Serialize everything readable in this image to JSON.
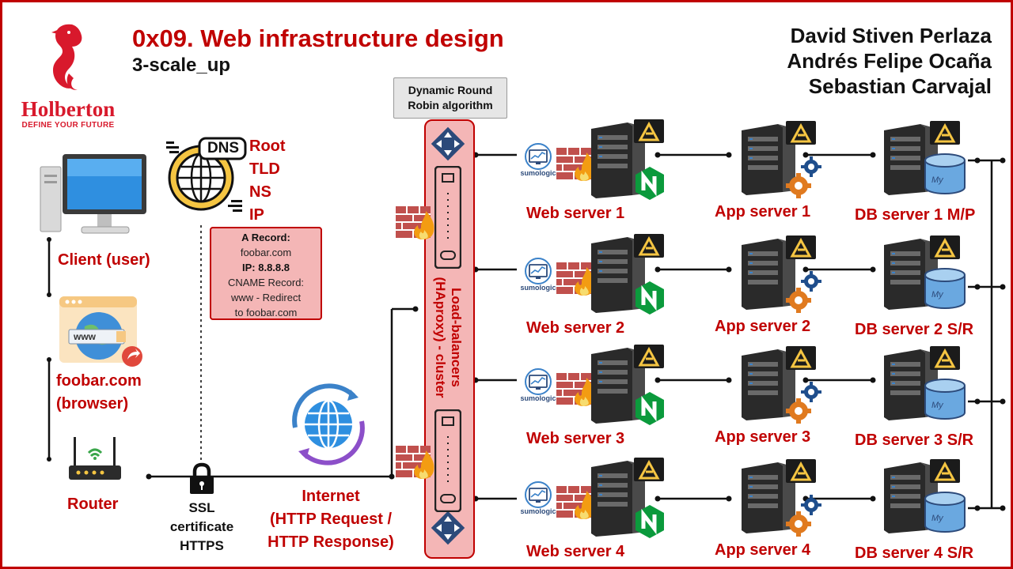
{
  "header": {
    "title": "0x09. Web infrastructure design",
    "subtitle": "3-scale_up",
    "authors": [
      "David Stiven Perlaza",
      "Andrés Felipe Ocaña",
      "Sebastian Carvajal"
    ]
  },
  "logo": {
    "name": "Holberton",
    "tagline": "DEFINE YOUR FUTURE"
  },
  "client": {
    "label": "Client (user)"
  },
  "browser": {
    "label_line1": "foobar.com",
    "label_line2": "(browser)",
    "url_text": "www"
  },
  "router": {
    "label": "Router"
  },
  "ssl": {
    "line1": "SSL",
    "line2": "certificate",
    "line3": "HTTPS"
  },
  "dns": {
    "badge": "DNS",
    "levels": [
      "Root",
      "TLD",
      "NS",
      "IP"
    ],
    "record": {
      "a_title": "A Record:",
      "a_domain": "foobar.com",
      "ip_label": "IP:",
      "ip_value": "8.8.8.8",
      "cname_title": "CNAME Record:",
      "cname_line1": "www - Redirect",
      "cname_line2": "to foobar.com"
    }
  },
  "internet": {
    "line1": "Internet",
    "line2": "(HTTP Request /",
    "line3": "HTTP Response)"
  },
  "algorithm": {
    "line1": "Dynamic Round",
    "line2": "Robin algorithm"
  },
  "load_balancer": {
    "line1": "Load-balancers",
    "line2": "(HAproxy) - cluster"
  },
  "monitor_brand": "sumologic",
  "rows": [
    {
      "web": "Web server 1",
      "app": "App server 1",
      "db": "DB server 1 M/P"
    },
    {
      "web": "Web server 2",
      "app": "App server 2",
      "db": "DB server 2 S/R"
    },
    {
      "web": "Web server 3",
      "app": "App server 3",
      "db": "DB server 3 S/R"
    },
    {
      "web": "Web server 4",
      "app": "App server 4",
      "db": "DB server 4 S/R"
    }
  ],
  "colors": {
    "accent": "#c00000",
    "record_fill": "#f4b6b6",
    "nginx_green": "#0b9a3c",
    "gear_orange": "#e07a1f",
    "gear_blue": "#1f4e8c"
  }
}
